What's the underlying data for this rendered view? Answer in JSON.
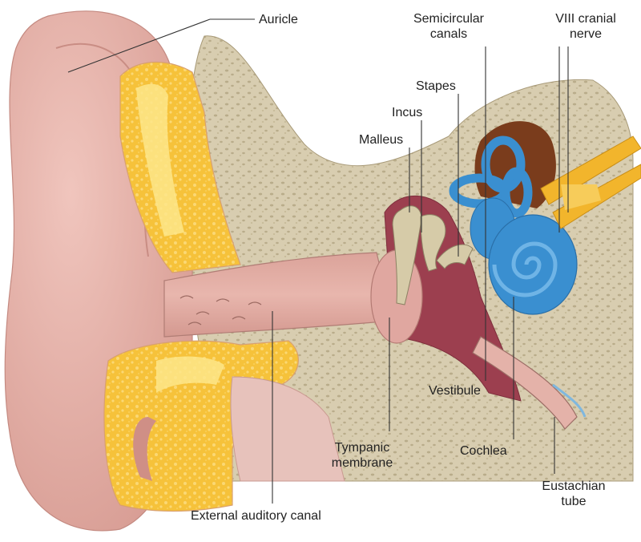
{
  "labels": {
    "auricle": "Auricle",
    "semicircular_canals": [
      "Semicircular",
      "canals"
    ],
    "cranial_nerve": [
      "VIII cranial",
      "nerve"
    ],
    "stapes": "Stapes",
    "incus": "Incus",
    "malleus": "Malleus",
    "vestibule": "Vestibule",
    "tympanic_membrane": [
      "Tympanic",
      "membrane"
    ],
    "cochlea": "Cochlea",
    "eustachian_tube": [
      "Eustachian",
      "tube"
    ],
    "external_auditory_canal": "External auditory canal"
  },
  "colors": {
    "skin": "#e6b1a8",
    "skin_dark": "#cf8f86",
    "cartilage": "#f6c23a",
    "cartilage_light": "#fde68a",
    "bone": "#d8cdb0",
    "middle_ear": "#9c3f4f",
    "inner_ear_blue": "#3a8fd0",
    "nerve": "#f2b52c",
    "vestibule_brown": "#7a3c1c"
  }
}
